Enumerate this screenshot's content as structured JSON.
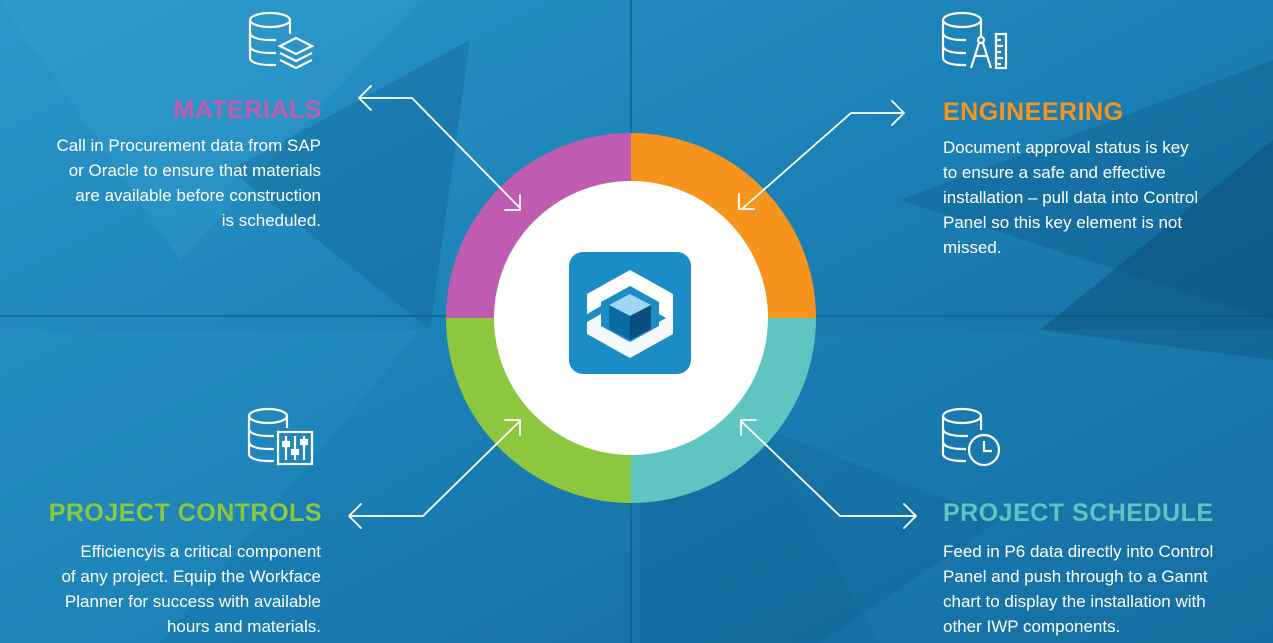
{
  "colors": {
    "background": "#1a84b8",
    "materials": "#c05bb2",
    "engineering": "#f7941d",
    "project_controls": "#8dc63f",
    "project_schedule": "#5fc5c0",
    "logo_bg": "#1b8cc6"
  },
  "sections": {
    "materials": {
      "icon": "database-layers-icon",
      "title": "MATERIALS",
      "lines": [
        "Call in Procurement data from SAP",
        "or Oracle to ensure that materials",
        "are available before construction",
        "is scheduled."
      ]
    },
    "engineering": {
      "icon": "database-drafting-tools-icon",
      "title": "ENGINEERING",
      "lines": [
        "Document approval status is key",
        "to ensure a safe and effective",
        "installation – pull data into Control",
        "Panel so this key element is not",
        "missed."
      ]
    },
    "project_controls": {
      "icon": "database-sliders-icon",
      "title": "PROJECT CONTROLS",
      "lines": [
        "Efficiencyis a critical component",
        "of any project. Equip the Workface",
        "Planner for success with available",
        "hours and materials."
      ]
    },
    "project_schedule": {
      "icon": "database-clock-icon",
      "title": "PROJECT SCHEDULE",
      "lines": [
        "Feed in P6 data directly into Control",
        "Panel and push through to a Gannt",
        "chart to display the installation with",
        "other IWP components."
      ]
    }
  },
  "center_logo": {
    "icon": "cube-logo-icon"
  }
}
